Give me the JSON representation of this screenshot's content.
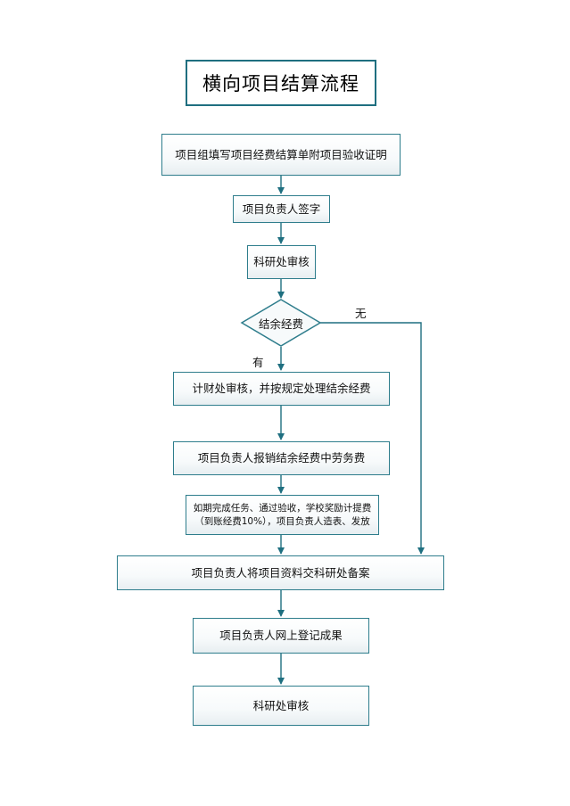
{
  "title": "横向项目结算流程",
  "steps": {
    "fill_form": "项目组填写项目经费结算单附项目验收证明",
    "leader_sign": "项目负责人签字",
    "research_review_1": "科研处审核",
    "decision": "结余经费",
    "finance_review": "计财处审核，并按规定处理结余经费",
    "reimburse_labor": "项目负责人报销结余经费中劳务费",
    "reward_line1": "如期完成任务、通过验收，学校奖励计提费",
    "reward_line2": "（到账经费10%），项目负责人造表、发放",
    "submit_records": "项目负责人将项目资料交科研处备案",
    "online_register": "项目负责人网上登记成果",
    "research_review_2": "科研处审核"
  },
  "edge_labels": {
    "yes": "有",
    "no": "无"
  },
  "colors": {
    "stroke": "#2e7d8c",
    "title_border": "#1f6f80",
    "arrow": "#1f6f80"
  }
}
